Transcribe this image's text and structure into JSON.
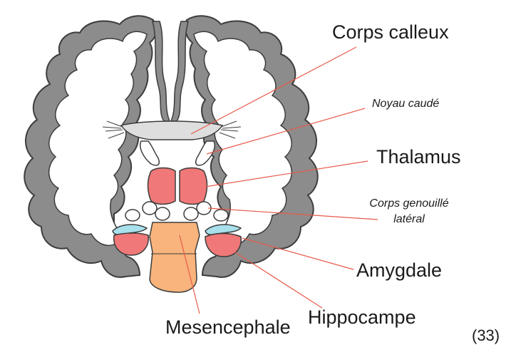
{
  "figure": {
    "number_label": "(33)"
  },
  "labels": {
    "corps_calleux": "Corps calleux",
    "noyau_caude": "Noyau caudé",
    "thalamus": "Thalamus",
    "corps_genouille_line1": "Corps genouillé",
    "corps_genouille_line2": "latéral",
    "amygdale": "Amygdale",
    "hippocampe": "Hippocampe",
    "mesencephale": "Mesencephale"
  },
  "colors": {
    "cortex": "#8c8c8c",
    "cortex_outline": "#3c3c3c",
    "corpus_callosum": "#dedede",
    "thalamus": "#f07878",
    "amygdala": "#f07878",
    "hippocampus": "#a8e0ec",
    "midbrain": "#f8b47c",
    "leader_line": "#e85a4a"
  }
}
